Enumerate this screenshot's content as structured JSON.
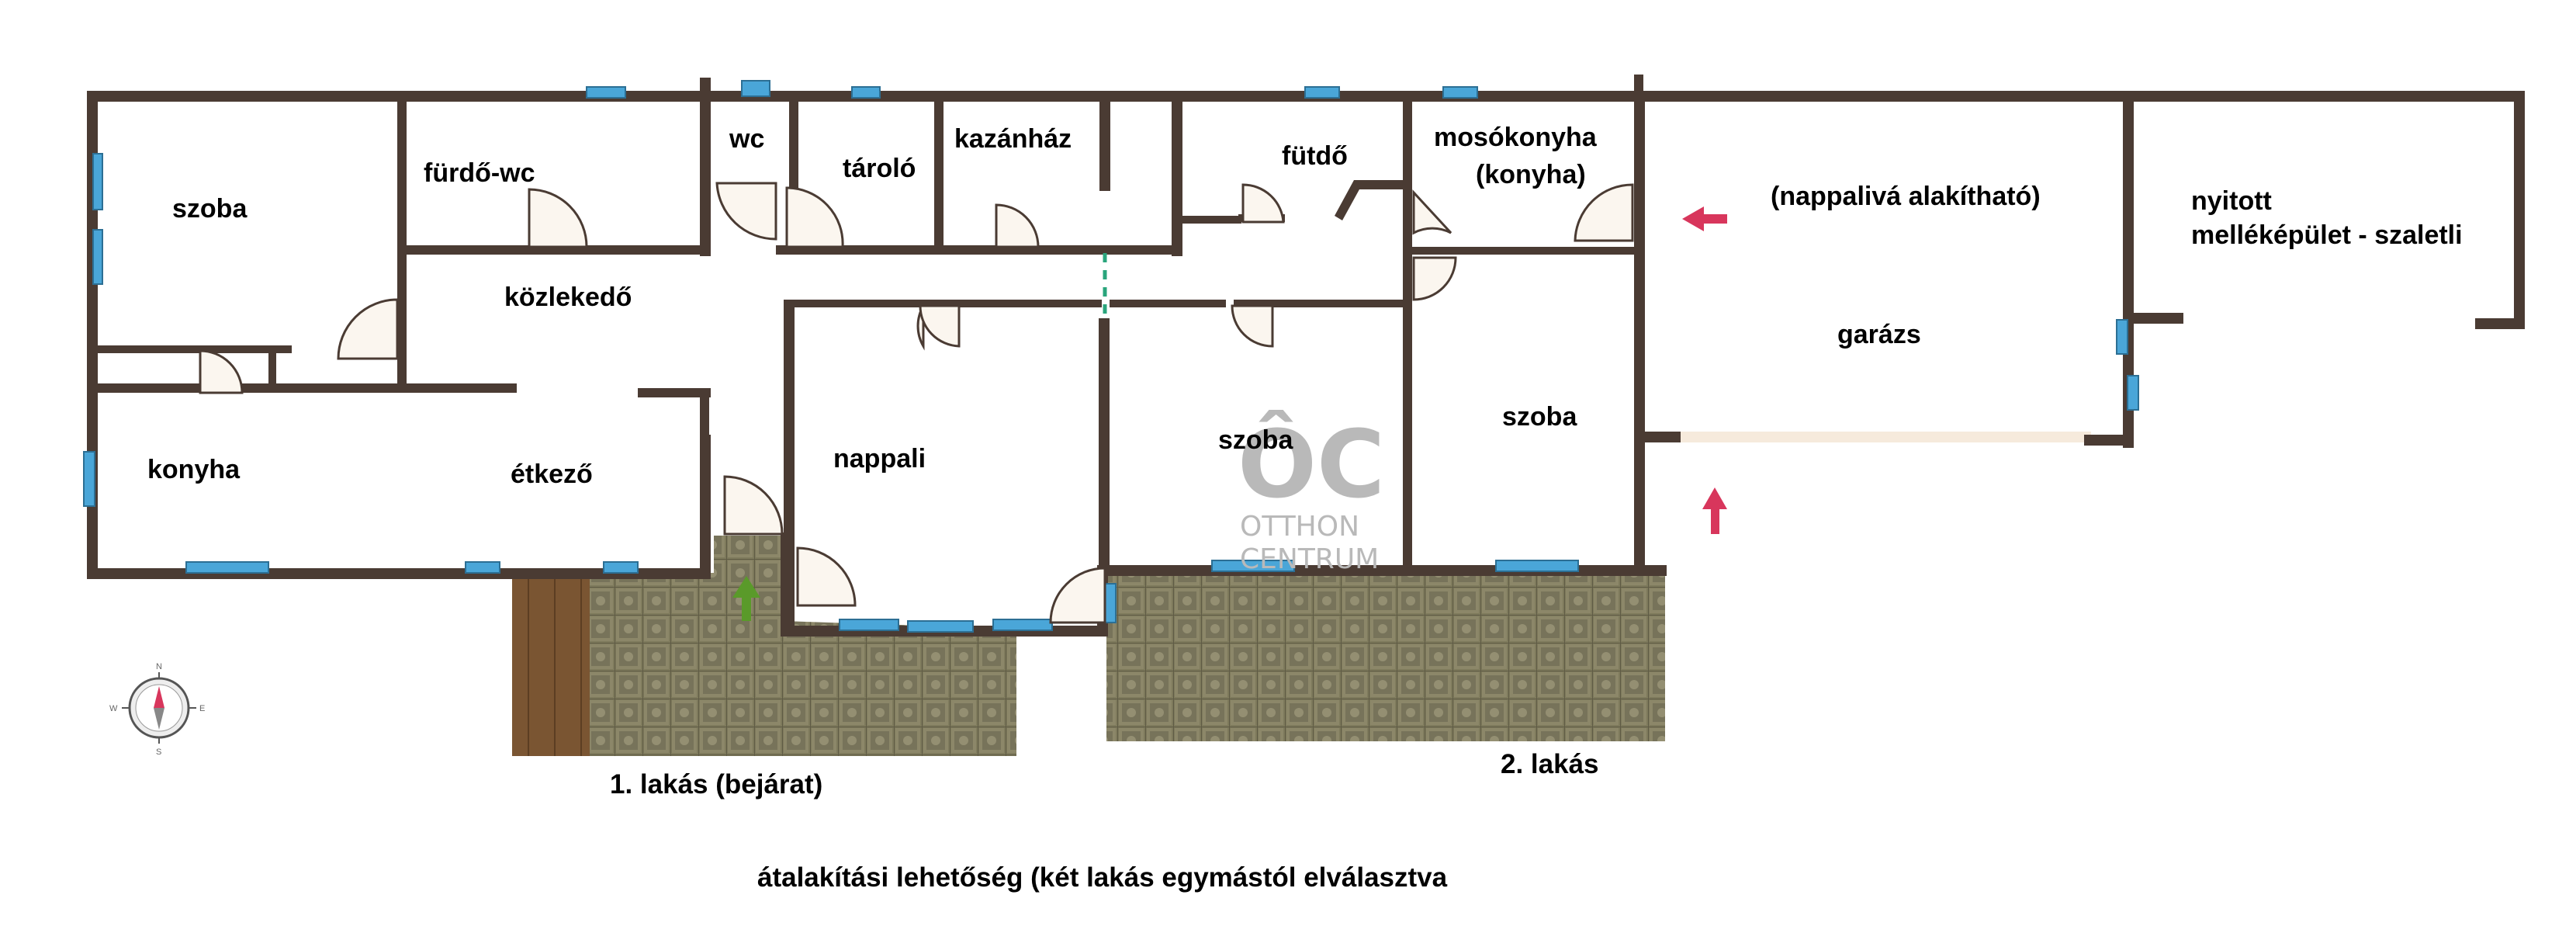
{
  "rooms": {
    "szoba_1": "szoba",
    "furdo_wc": "fürdő-wc",
    "wc": "wc",
    "tarolo": "tároló",
    "kazanhaz": "kazánház",
    "futdo": "fütdő",
    "mosokonyha": "mosókonyha",
    "mosokonyha_sub": "(konyha)",
    "garazs_note": "(nappalivá alakítható)",
    "melleképulet_1": "nyitott",
    "melleképulet_2": "melléképület - szaletli",
    "kozlekedo": "közlekedő",
    "garazs": "garázs",
    "konyha": "konyha",
    "etkezo": "étkező",
    "nappali": "nappali",
    "szoba_2": "szoba",
    "szoba_3": "szoba"
  },
  "labels": {
    "lakas_1": "1. lakás (bejárat)",
    "lakas_2": "2. lakás",
    "caption": "átalakítási lehetőség (két lakás egymástól elválasztva"
  },
  "watermark": {
    "mark": "ÔC",
    "line1": "OTTHON",
    "line2": "CENTRUM"
  },
  "compass": {
    "n": "N",
    "s": "S",
    "e": "E",
    "w": "W"
  },
  "colors": {
    "wall": "#4a3b33",
    "window": "#4aa6d8",
    "arrow_red": "#d8365c",
    "arrow_green": "#5a9a2a",
    "deck": "#7a5532",
    "paving": "#7e7a5c"
  }
}
